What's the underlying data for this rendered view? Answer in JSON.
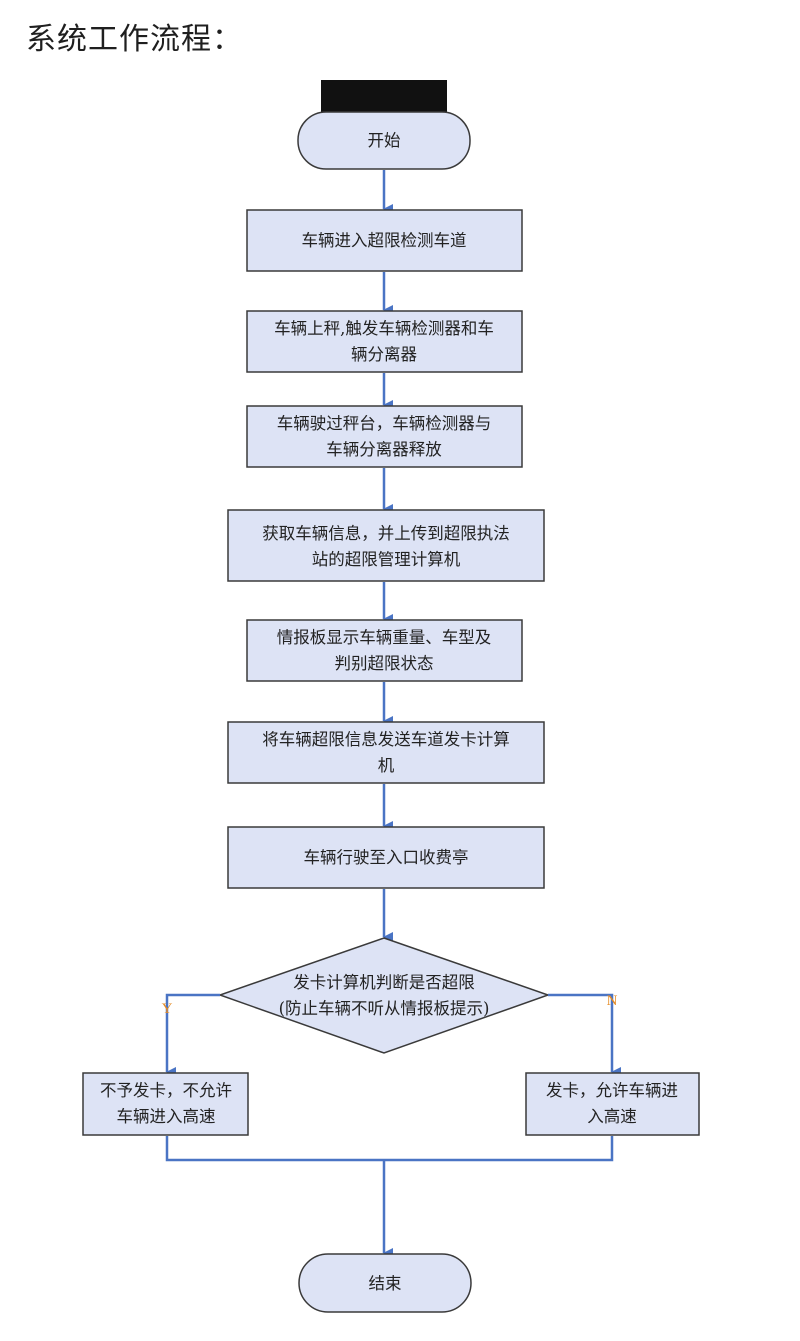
{
  "heading": "系统工作流程：",
  "flowchart": {
    "start": "开始",
    "steps": [
      {
        "line1": "车辆进入超限检测车道",
        "line2": ""
      },
      {
        "line1": "车辆上秤,触发车辆检测器和车",
        "line2": "辆分离器"
      },
      {
        "line1": "车辆驶过秤台，车辆检测器与",
        "line2": "车辆分离器释放"
      },
      {
        "line1": "获取车辆信息，并上传到超限执法",
        "line2": "站的超限管理计算机"
      },
      {
        "line1": "情报板显示车辆重量、车型及",
        "line2": "判别超限状态"
      },
      {
        "line1": "将车辆超限信息发送车道发卡计算",
        "line2": "机"
      },
      {
        "line1": "车辆行驶至入口收费亭",
        "line2": ""
      }
    ],
    "decision": {
      "line1": "发卡计算机判断是否超限",
      "line2": "(防止车辆不听从情报板提示)"
    },
    "yes_label": "Y",
    "no_label": "N",
    "yes_branch": {
      "line1": "不予发卡，不允许",
      "line2": "车辆进入高速"
    },
    "no_branch": {
      "line1": "发卡，允许车辆进",
      "line2": "入高速"
    },
    "end": "结束"
  }
}
